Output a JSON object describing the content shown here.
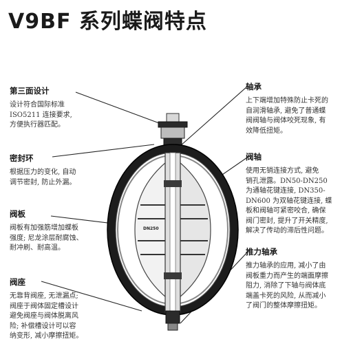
{
  "title": "V9BF 系列蝶阀特点",
  "features": {
    "third_face": {
      "heading": "第三面设计",
      "lines": [
        "设计符合国际标准",
        "ISO5211 连接要求,",
        "方便执行器匹配。"
      ]
    },
    "seal_ring": {
      "heading": "密封环",
      "lines": [
        "根据压力的变化, 自动",
        "调节密封, 防止外漏。"
      ]
    },
    "disc": {
      "heading": "阀板",
      "lines": [
        "阀板有加强筋增加蝶板",
        "强度; 尼龙涂层耐腐蚀、",
        "耐冲刷、耐高温。"
      ]
    },
    "seat": {
      "heading": "阀座",
      "lines": [
        "无靠背阀座, 无泄漏点;",
        "阀座于阀体固定槽设计",
        "避免阀座与阀体脱离风",
        "险; 补偿槽设计可以容",
        "纳变形, 减小摩擦扭矩。"
      ]
    },
    "bearing": {
      "heading": "轴承",
      "lines": [
        "上下端增加特殊防止卡死的",
        "自润滑轴承, 避免了普通蝶",
        "阀阀轴与阀体咬死现象, 有",
        "效降低扭矩。"
      ]
    },
    "stem": {
      "heading": "阀轴",
      "lines": [
        "使用无销连接方式, 避免",
        "销孔泄露。DN50-DN250",
        "为通轴花键连接, DN350-",
        "DN600 为双轴花键连接, 蝶",
        "板和阀轴可紧密咬合, 确保",
        "阀门密封, 提升了开关精度,",
        "解决了传动的滞后性问题。"
      ]
    },
    "thrust_bearing": {
      "heading": "推力轴承",
      "lines": [
        "推力轴承的应用, 减小了由",
        "阀板重力而产生的端面摩擦",
        "阻力, 消除了下轴与阀体底",
        "端盖卡死的风险, 从而减小",
        "了阀门的整体摩擦扭矩。"
      ]
    }
  },
  "disc_marking": "DN250",
  "colors": {
    "body": "#1c1c1c",
    "metal": "#cfcfcf",
    "leader": "#222222"
  }
}
